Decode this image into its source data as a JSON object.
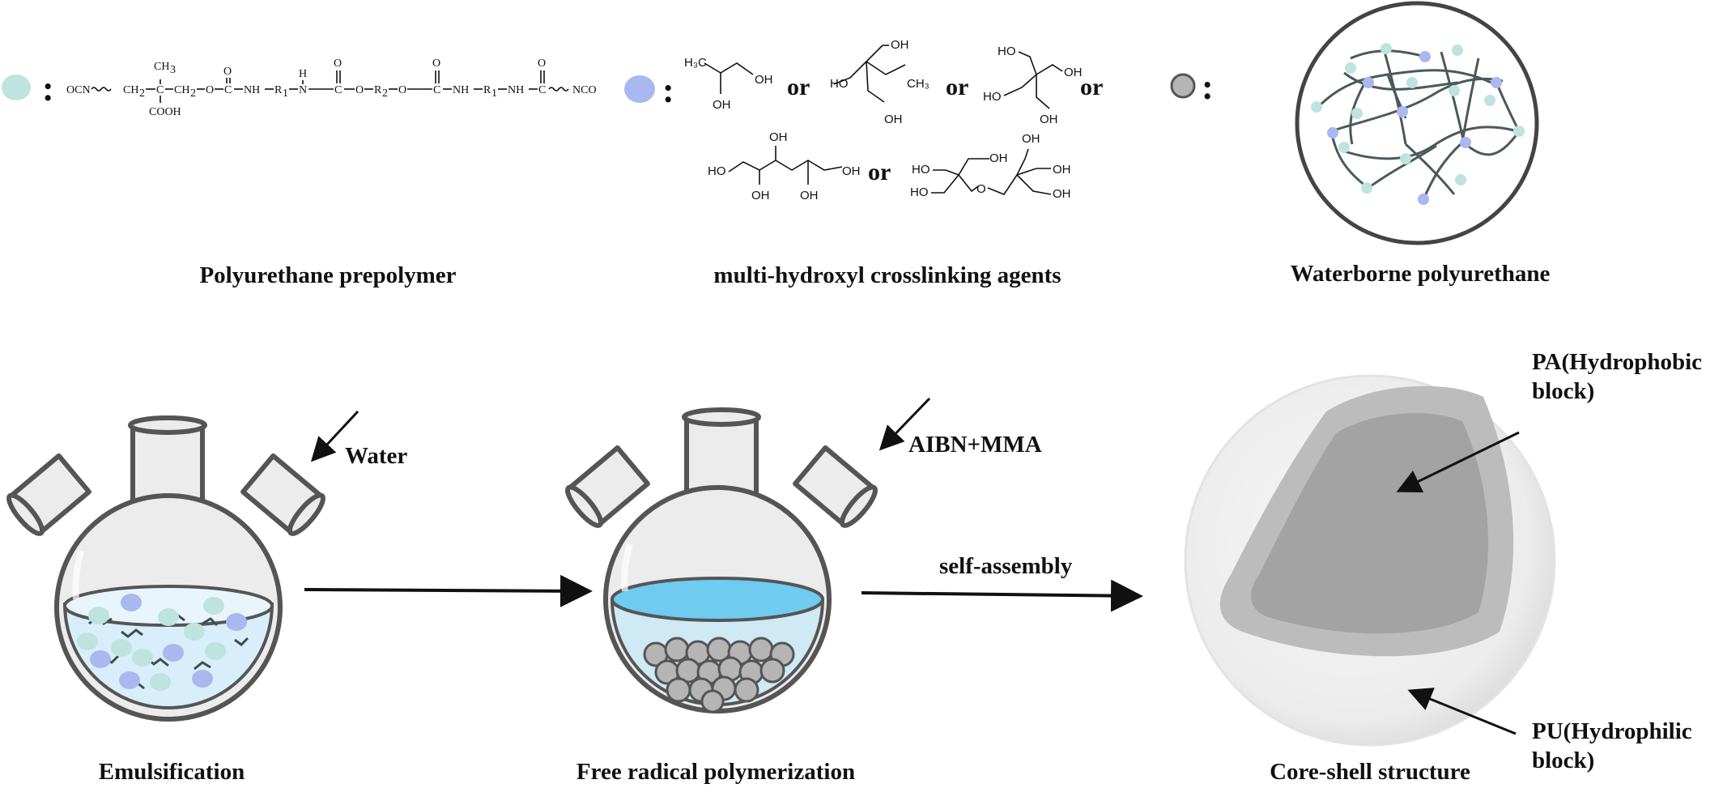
{
  "captions": {
    "prepolymer": "Polyurethane prepolymer",
    "crosslinkers": "multi-hydroxyl crosslinking agents",
    "wpu": "Waterborne polyurethane",
    "emulsification": "Emulsification",
    "polymerization": "Free radical polymerization",
    "core_shell": "Core-shell structure"
  },
  "legend": {
    "colon": ":",
    "or_word": "or",
    "colors": {
      "prepolymer": "#bfe3df",
      "crosslinker": "#a9b8ee",
      "particle": "#b5b5b5",
      "water_blue": "#6fcbef"
    }
  },
  "prepolymer_formula": {
    "ocn": "OCN",
    "ch2": "CH",
    "two": "2",
    "c": "C",
    "o": "O",
    "nh": "NH",
    "n": "N",
    "h": "H",
    "r": "R",
    "one": "1",
    "ch3": "CH",
    "three": "3",
    "cooh": "COOH",
    "nco": "NCO",
    "dash": "—"
  },
  "crosslinker_formulas": {
    "h3c": "H₃C",
    "oh": "OH",
    "ho": "HO",
    "ch3": "CH₃",
    "o": "O"
  },
  "labels": {
    "water": "Water",
    "aibn": "AIBN+MMA",
    "self_assembly": "self-assembly",
    "pa_line1": "PA(Hydrophobic",
    "pa_line2": "block)",
    "pu_line1": "PU(Hydrophilic",
    "pu_line2": "block)"
  }
}
